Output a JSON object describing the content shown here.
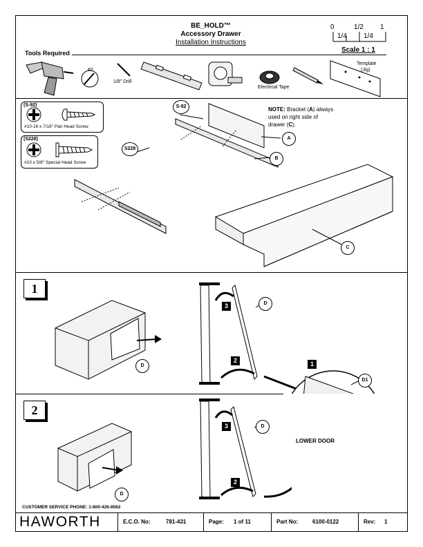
{
  "header": {
    "product": "BE_HOLD™",
    "subtitle": "Accessory Drawer",
    "doc_type": "Installation Instructions",
    "scale_ticks": [
      "0",
      "1/2",
      "1"
    ],
    "scale_sub": [
      "1/4",
      "1/4"
    ],
    "scale_label": "Scale 1 : 1"
  },
  "tools": {
    "heading": "Tools Required",
    "drill_bit_size": "#2",
    "drill_label": "1/8\" Drill",
    "tape_label": "Electrical Tape",
    "template_label_1": "Template",
    "template_label_2": "(Jig)"
  },
  "hardware": [
    {
      "code": "(S-92)",
      "desc": "#10-16 x 7/16\" Pan Head Screw"
    },
    {
      "code": "(S228)",
      "desc": "#10 x 5/8\" Special Head Screw"
    }
  ],
  "parts": {
    "callout_s92": "S-92",
    "callout_s228": "S228",
    "a": "A",
    "b": "B",
    "c": "C",
    "d": "D",
    "d1": "D1",
    "note_bold": "NOTE:",
    "note_line1": " Bracket (",
    "note_a": "A",
    "note_line1b": ") always",
    "note_line2": "used on right side of",
    "note_line3": "drawer (",
    "note_c": "C",
    "note_line3b": ")."
  },
  "steps": [
    {
      "number": "1",
      "sub": [
        "3",
        "2",
        "1"
      ],
      "detail_label": "LOWER DOOR"
    },
    {
      "number": "2",
      "sub": [
        "3",
        "2"
      ]
    }
  ],
  "footer": {
    "phone": "CUSTOMER SERVICE PHONE: 1-800-426-8562",
    "brand": "HAWORTH",
    "eco_label": "E.C.O. No:",
    "eco_value": "781-431",
    "page_label": "Page:",
    "page_value": "1 of 11",
    "part_label": "Part No:",
    "part_value": "6100-0122",
    "rev_label": "Rev:",
    "rev_value": "1"
  }
}
